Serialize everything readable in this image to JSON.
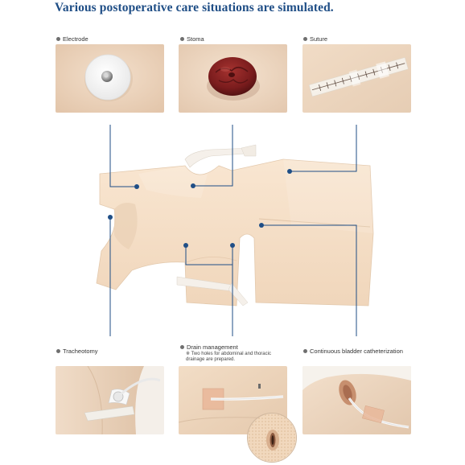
{
  "headline": "Various postoperative care situations are simulated.",
  "labels": {
    "electrode": "Electrode",
    "stoma": "Stoma",
    "suture": "Suture",
    "tracheotomy": "Tracheotomy",
    "drain": "Drain management",
    "drain_note_1": "※ Two holes for abdominal and thoracic",
    "drain_note_2": "drainage are prepared.",
    "bladder": "Continuous bladder catheterization"
  },
  "colors": {
    "headline": "#1f4e86",
    "callout_line": "#1f4e86",
    "skin": "#f1dcc4",
    "gown": "#f7e2cb"
  }
}
